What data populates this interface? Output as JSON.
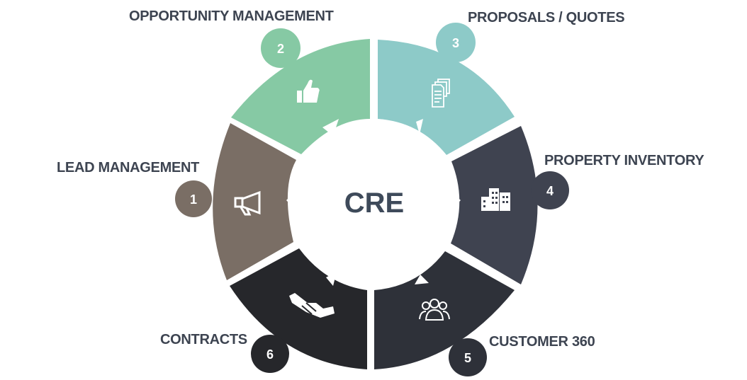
{
  "center": {
    "label": "CRE",
    "color": "#3e4a5a"
  },
  "segments": [
    {
      "id": "lead",
      "number": "1",
      "label": "LEAD MANAGEMENT",
      "color": "#7a6e65",
      "icon": "megaphone-icon"
    },
    {
      "id": "opportunity",
      "number": "2",
      "label": "OPPORTUNITY MANAGEMENT",
      "color": "#86c9a4",
      "icon": "thumbs-up-icon"
    },
    {
      "id": "proposals",
      "number": "3",
      "label": "PROPOSALS / QUOTES",
      "color": "#8dcac8",
      "icon": "documents-icon"
    },
    {
      "id": "property",
      "number": "4",
      "label": "PROPERTY INVENTORY",
      "color": "#3f4350",
      "icon": "buildings-icon"
    },
    {
      "id": "customer",
      "number": "5",
      "label": "CUSTOMER 360",
      "color": "#2e3139",
      "icon": "people-group-icon"
    },
    {
      "id": "contracts",
      "number": "6",
      "label": "CONTRACTS",
      "color": "#26272b",
      "icon": "handshake-icon"
    }
  ]
}
